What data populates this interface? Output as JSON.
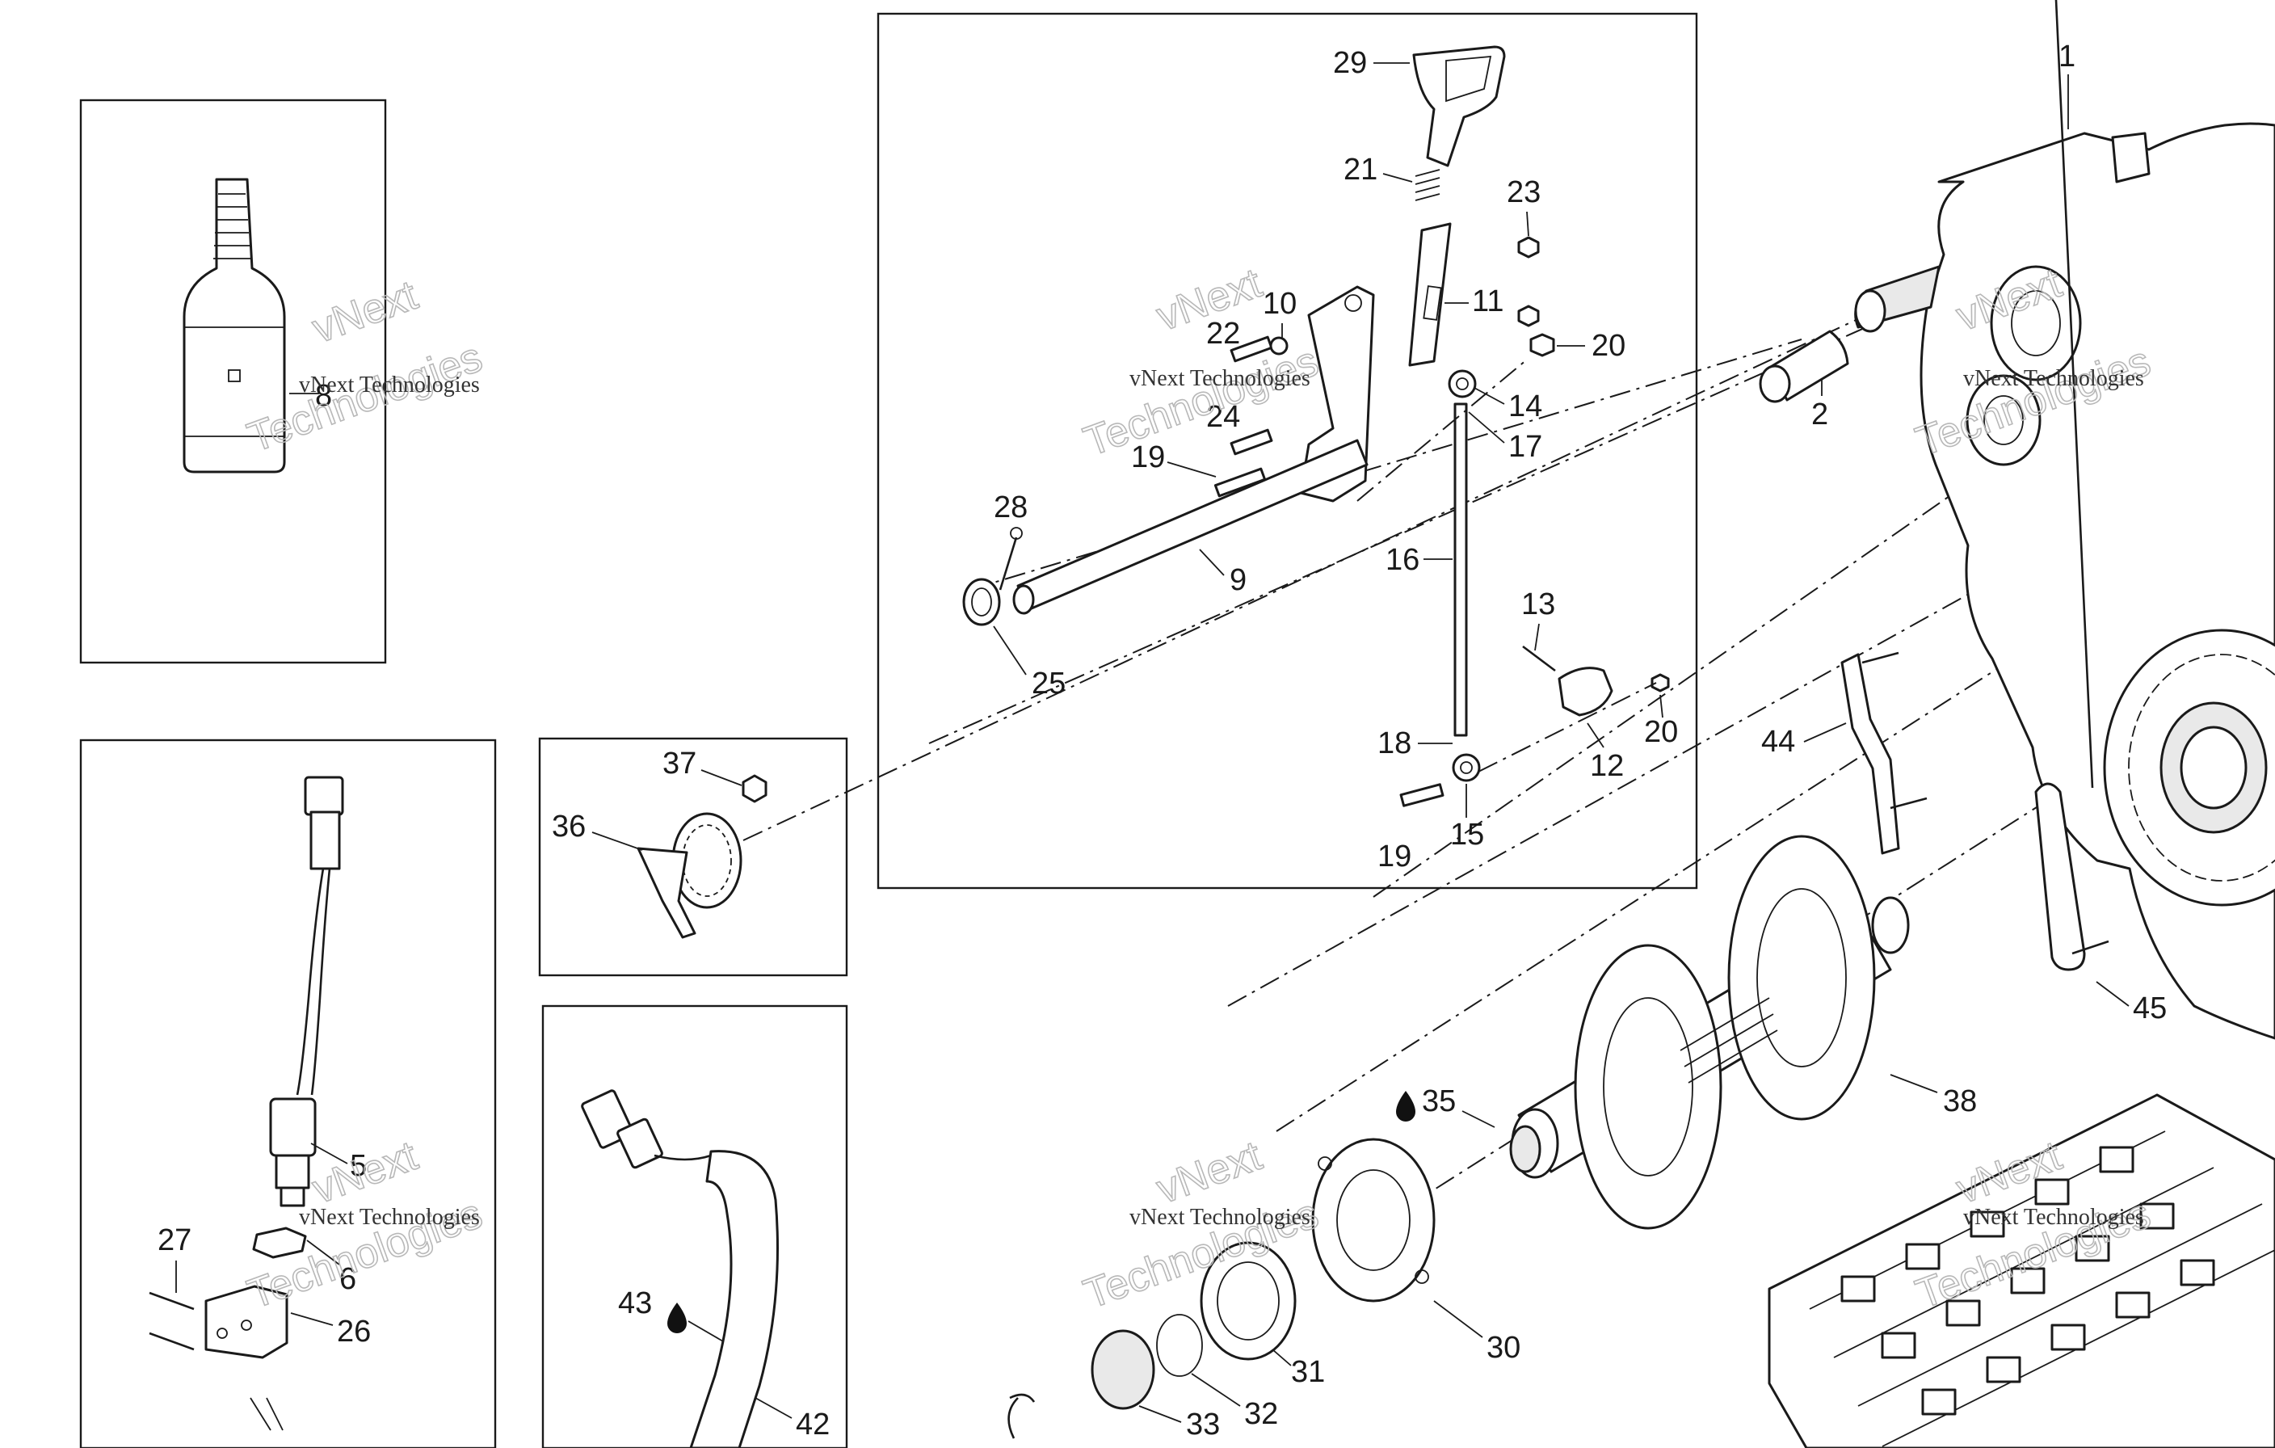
{
  "callouts": {
    "c1": "1",
    "c2": "2",
    "c5": "5",
    "c6": "6",
    "c8": "8",
    "c9": "9",
    "c10": "10",
    "c11": "11",
    "c12": "12",
    "c13": "13",
    "c14": "14",
    "c15": "15",
    "c16": "16",
    "c17": "17",
    "c18": "18",
    "c19a": "19",
    "c19b": "19",
    "c20a": "20",
    "c20b": "20",
    "c21": "21",
    "c22": "22",
    "c23": "23",
    "c24": "24",
    "c25": "25",
    "c26": "26",
    "c27": "27",
    "c28": "28",
    "c29": "29",
    "c30": "30",
    "c31": "31",
    "c32": "32",
    "c33": "33",
    "c35": "35",
    "c36": "36",
    "c37": "37",
    "c38": "38",
    "c42": "42",
    "c43": "43",
    "c44": "44",
    "c45": "45"
  },
  "watermark": {
    "line1": "vNext Technologies",
    "line2": "vNext",
    "line3": "Technologies"
  },
  "icons": {
    "drop": "oil-drop-icon"
  }
}
